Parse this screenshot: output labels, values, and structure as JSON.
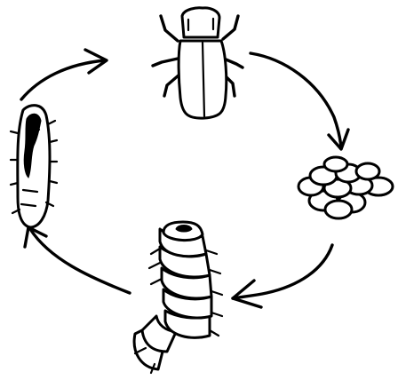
{
  "diagram": {
    "stages": [
      {
        "id": "adult",
        "icon": "adult-beetle-icon"
      },
      {
        "id": "eggs",
        "icon": "egg-cluster-icon"
      },
      {
        "id": "larva",
        "icon": "larva-grub-icon"
      },
      {
        "id": "pupa",
        "icon": "pupa-icon"
      }
    ],
    "ink_color": "#000000",
    "background_color": "#ffffff"
  }
}
